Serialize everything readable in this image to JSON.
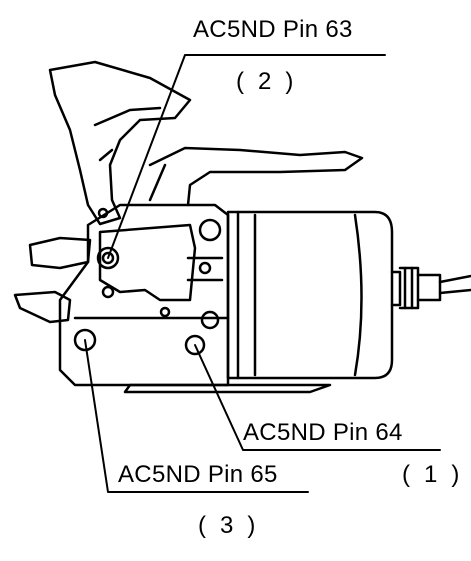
{
  "callouts": [
    {
      "id": "pin63",
      "label": "AC5ND Pin 63",
      "number": "(2)"
    },
    {
      "id": "pin64",
      "label": "AC5ND Pin 64",
      "number": "(1)"
    },
    {
      "id": "pin65",
      "label": "AC5ND Pin 65",
      "number": "(3)"
    }
  ]
}
